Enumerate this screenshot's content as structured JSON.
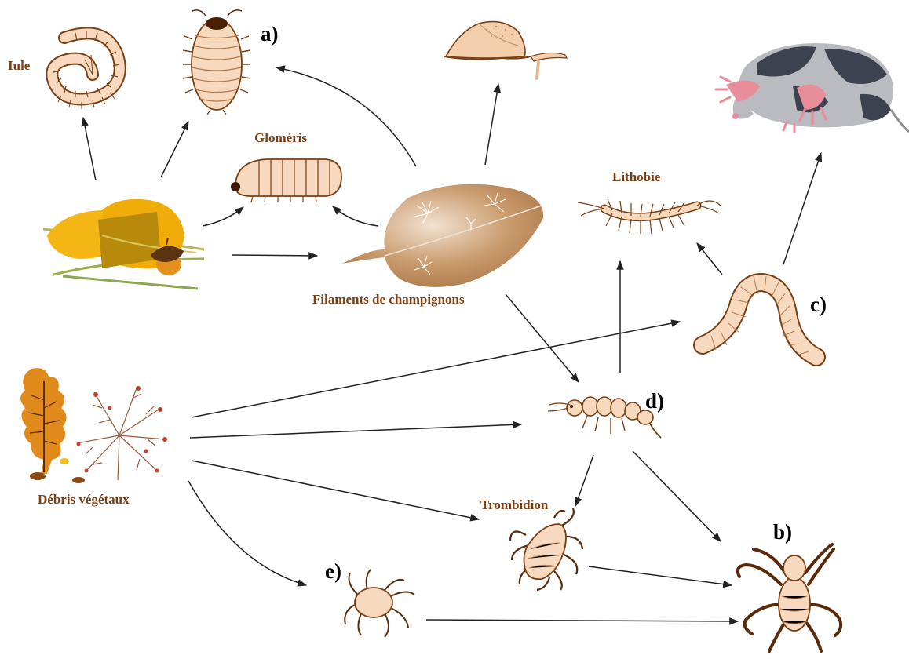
{
  "labels": {
    "iule": "Iule",
    "glomeris": "Gloméris",
    "filaments": "Filaments de champignons",
    "lithobie": "Lithobie",
    "debris": "Débris végétaux",
    "trombidion": "Trombidion"
  },
  "letters": {
    "a": "a)",
    "b": "b)",
    "c": "c)",
    "d": "d)",
    "e": "e)"
  },
  "colors": {
    "arrow": "#222222",
    "label": "#7a3f12",
    "body_fill": "#f6d9bf",
    "body_stroke": "#7a3f12",
    "leaf_brown": "#b9875a",
    "leaf_yellow": "#f3b614",
    "mole_dark": "#3d4250",
    "mole_light": "#b9bbc0",
    "mole_pink": "#e88e9a"
  },
  "icons": [
    "millipede-iule-icon",
    "woodlouse-a-icon",
    "snail-slug-icon",
    "mole-icon",
    "glomeris-icon",
    "leaf-litter-icon",
    "fungal-leaf-icon",
    "lithobius-centipede-icon",
    "earthworm-c-icon",
    "plant-debris-icon",
    "springtail-d-icon",
    "trombidion-mite-icon",
    "mite-e-icon",
    "pseudoscorpion-b-icon"
  ]
}
